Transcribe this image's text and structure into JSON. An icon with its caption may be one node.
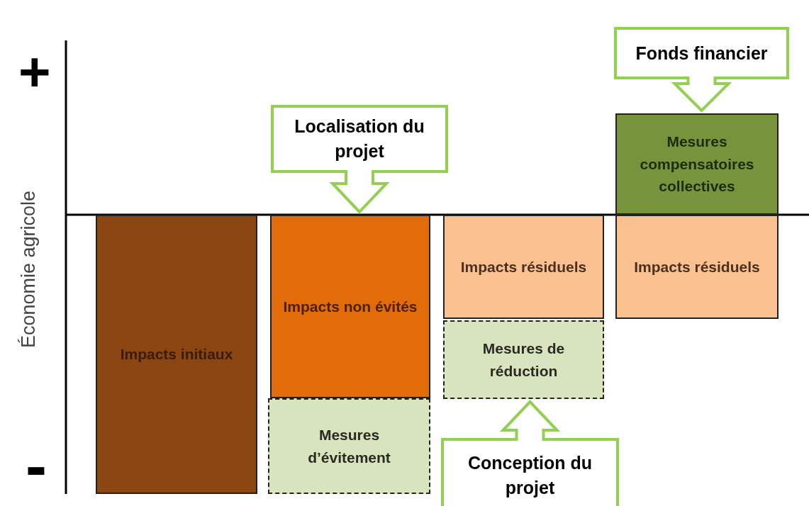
{
  "diagram": {
    "nodes": [
      {
        "text": [
          "Impacts initiaux"
        ]
      },
      {
        "text": [
          "Impacts non évités"
        ]
      },
      {
        "text": [
          "Mesures d’évitement"
        ]
      },
      {
        "text": [
          "Impacts résiduels"
        ]
      },
      {
        "text": [
          "Mesures de réduction"
        ]
      },
      {
        "text": [
          "Mesures compensatoires collectives"
        ]
      },
      {
        "text": [
          "Impacts résiduels"
        ]
      },
      {
        "text": [
          "Localisation du projet"
        ]
      },
      {
        "text": [
          "Conception du projet"
        ]
      },
      {
        "text": [
          "Fonds financier"
        ]
      }
    ],
    "edges": [
      {
        "from": 7,
        "to": 1,
        "arrow": "to"
      },
      {
        "from": 8,
        "to": 4,
        "arrow": "to"
      },
      {
        "from": 9,
        "to": 5,
        "arrow": "to"
      }
    ],
    "labels": [
      "+",
      "Économie agricole",
      "-"
    ]
  }
}
